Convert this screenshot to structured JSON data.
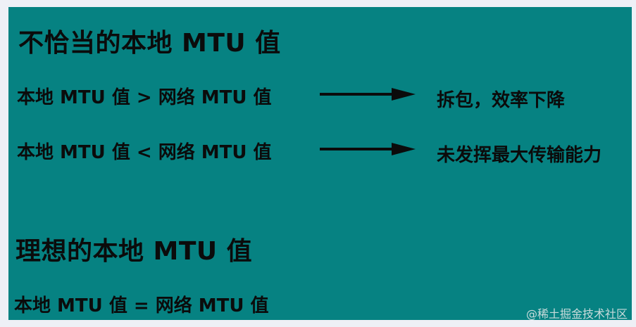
{
  "heading_bad": "不恰当的本地 MTU 值",
  "rows": [
    {
      "condition": "本地 MTU 值 > 网络 MTU 值",
      "result": "拆包，效率下降"
    },
    {
      "condition": "本地 MTU 值 < 网络 MTU 值",
      "result": "未发挥最大传输能力"
    }
  ],
  "heading_ideal": "理想的本地 MTU 值",
  "ideal_row": "本地 MTU 值 = 网络 MTU 值",
  "watermark": "@稀土掘金技术社区",
  "colors": {
    "panel_bg": "#068282",
    "text": "#0b0b0b",
    "page_bg": "#eef0f6"
  },
  "icons": {
    "arrow": "right-arrow-icon"
  }
}
